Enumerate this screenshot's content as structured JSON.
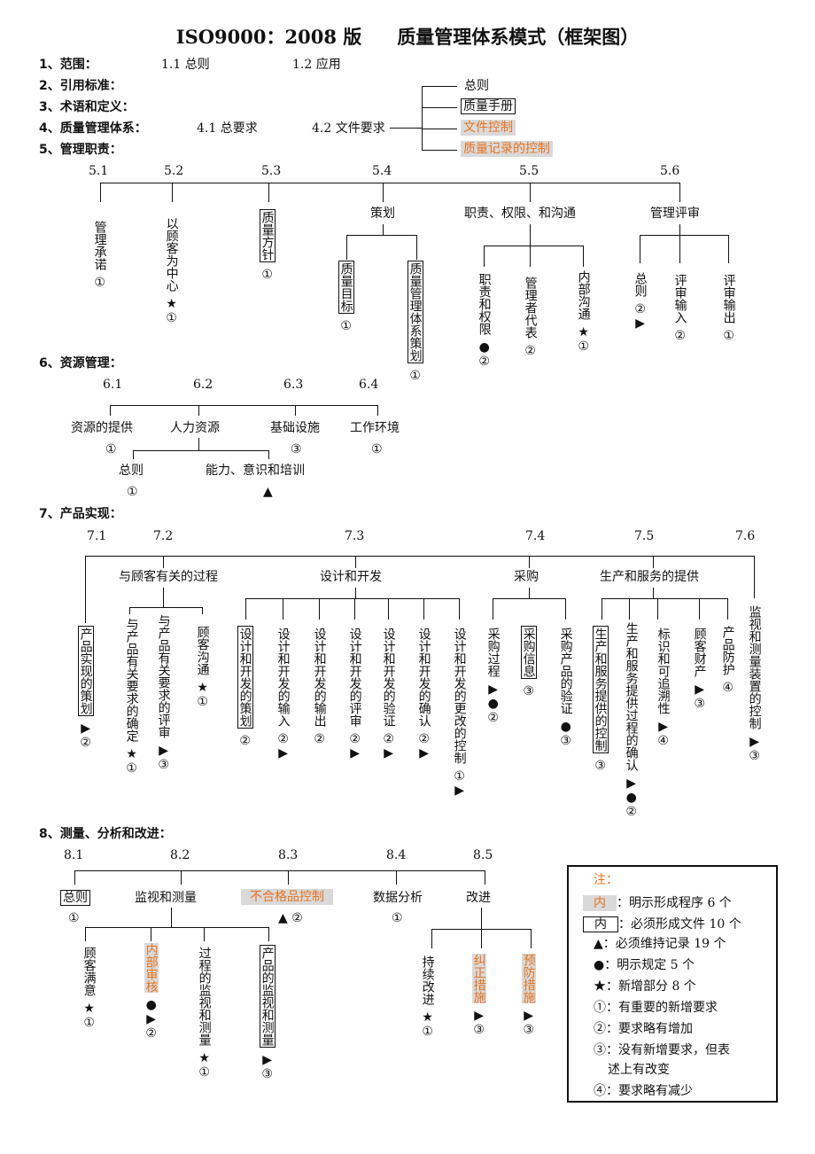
{
  "title": {
    "left": "ISO9000：2008 版",
    "right": "质量管理体系模式（框架图）"
  },
  "s1": {
    "label": "1、范围：",
    "items": [
      "1.1 总则",
      "1.2 应用"
    ]
  },
  "s2": {
    "label": "2、引用标准："
  },
  "s3": {
    "label": "3、术语和定义："
  },
  "s4": {
    "label": "4、质量管理体系：",
    "items": [
      "4.1 总要求",
      "4.2 文件要求"
    ],
    "sub": [
      "总则",
      "质量手册",
      "文件控制",
      "质量记录的控制"
    ]
  },
  "s5": {
    "label": "5、管理职责：",
    "nums": [
      "5.1",
      "5.2",
      "5.3",
      "5.4",
      "5.5",
      "5.6"
    ],
    "mgmt_commit": "管理承诺",
    "mgmt_commit_mark": "①",
    "customer_focus": "以顾客为中心",
    "customer_focus_mark": "★①",
    "quality_policy": "质量方针",
    "quality_policy_mark": "①",
    "planning": "策划",
    "quality_objectives": "质量目标",
    "quality_objectives_mark": "①",
    "qms_planning": "质量管理体系策划",
    "qms_planning_mark": "①",
    "responsibility": "职责、权限、和沟通",
    "resp_authority": "职责和权限",
    "resp_authority_mark": "●②",
    "mgmt_rep": "管理者代表",
    "mgmt_rep_mark": "②",
    "internal_comm": "内部沟通",
    "internal_comm_mark": "★①",
    "review": "管理评审",
    "review_general": "总则",
    "review_general_mark": "②▶",
    "review_input": "评审输入",
    "review_input_mark": "②",
    "review_output": "评审输出",
    "review_output_mark": "①"
  },
  "s6": {
    "label": "6、资源管理：",
    "nums": [
      "6.1",
      "6.2",
      "6.3",
      "6.4"
    ],
    "provision": "资源的提供",
    "provision_mark": "①",
    "human": "人力资源",
    "infrastructure": "基础设施",
    "infrastructure_mark": "③",
    "environment": "工作环境",
    "environment_mark": "①",
    "hr_general": "总则",
    "hr_general_mark": "①",
    "competence": "能力、意识和培训",
    "competence_mark": "▲"
  },
  "s7": {
    "label": "7、产品实现：",
    "nums": [
      "7.1",
      "7.2",
      "7.3",
      "7.4",
      "7.5",
      "7.6"
    ],
    "customer_processes": "与顾客有关的过程",
    "design": "设计和开发",
    "purchasing": "采购",
    "production": "生产和服务的提供",
    "planning_realization": "产品实现的策划",
    "planning_realization_mark": "▶②",
    "req_determination": "与产品有关要求的确定",
    "req_determination_mark": "★①",
    "req_review": "与产品有关要求的评审",
    "req_review_mark": "▶③",
    "customer_comm": "顾客沟通",
    "customer_comm_mark": "★①",
    "design_planning": "设计和开发的策划",
    "design_planning_mark": "②",
    "design_input": "设计和开发的输入",
    "design_input_mark": "②▶",
    "design_output": "设计和开发的输出",
    "design_output_mark": "②",
    "design_review": "设计和开发的评审",
    "design_review_mark": "②▶",
    "design_verification": "设计和开发的验证",
    "design_verification_mark": "②▶",
    "design_validation": "设计和开发的确认",
    "design_validation_mark": "②▶",
    "design_changes": "设计和开发的更改的控制",
    "design_changes_mark": "①▶",
    "purchasing_process": "采购过程",
    "purchasing_process_mark": "▶●②",
    "purchasing_info": "采购信息",
    "purchasing_info_mark": "③",
    "purchased_verification": "采购产品的验证",
    "purchased_verification_mark": "●③",
    "production_control": "生产和服务提供的控制",
    "production_control_mark": "③",
    "process_validation": "生产和服务提供过程的确认",
    "process_validation_mark": "▶●②",
    "identification": "标识和可追溯性",
    "identification_mark": "▶④",
    "customer_property": "顾客财产",
    "customer_property_mark": "▶③",
    "preservation": "产品防护",
    "preservation_mark": "④",
    "monitoring_devices": "监视和测量装置的控制",
    "monitoring_devices_mark": "▶③"
  },
  "s8": {
    "label": "8、测量、分析和改进：",
    "nums": [
      "8.1",
      "8.2",
      "8.3",
      "8.4",
      "8.5"
    ],
    "general": "总则",
    "general_mark": "①",
    "monitoring": "监视和测量",
    "nonconforming": "不合格品控制",
    "nonconforming_mark": "▲ ②",
    "analysis": "数据分析",
    "analysis_mark": "①",
    "improvement": "改进",
    "satisfaction": "顾客满意",
    "satisfaction_mark": "★①",
    "internal_audit": "内部审核",
    "internal_audit_mark": "●▶②",
    "process_monitoring": "过程的监视和测量",
    "process_monitoring_mark": "★①",
    "product_monitoring": "产品的监视和测量",
    "product_monitoring_mark": "▶③",
    "continual": "持续改进",
    "continual_mark": "★①",
    "corrective": "纠正措施",
    "corrective_mark": "▶③",
    "preventive": "预防措施",
    "preventive_mark": "▶③"
  },
  "legend": {
    "title": "注：",
    "rows": [
      {
        "key": "内",
        "text": "：明示形成程序 6 个"
      },
      {
        "key": "内",
        "text": "：必须形成文件 10 个"
      },
      {
        "key": "▲",
        "text": "：必须维持记录 19 个"
      },
      {
        "key": "●",
        "text": "：明示规定 5 个"
      },
      {
        "key": "★",
        "text": "：新增部分 8 个"
      },
      {
        "key": "①",
        "text": "：有重要的新增要求"
      },
      {
        "key": "②",
        "text": "：要求略有增加"
      },
      {
        "key": "③",
        "text": "：没有新增要求，但表"
      },
      {
        "key": "",
        "text": "述上有改变"
      },
      {
        "key": "④",
        "text": "：要求略有减少"
      }
    ]
  },
  "colors": {
    "orange": "#e8731e",
    "shade": "#d9d9d9",
    "line": "#111111"
  }
}
